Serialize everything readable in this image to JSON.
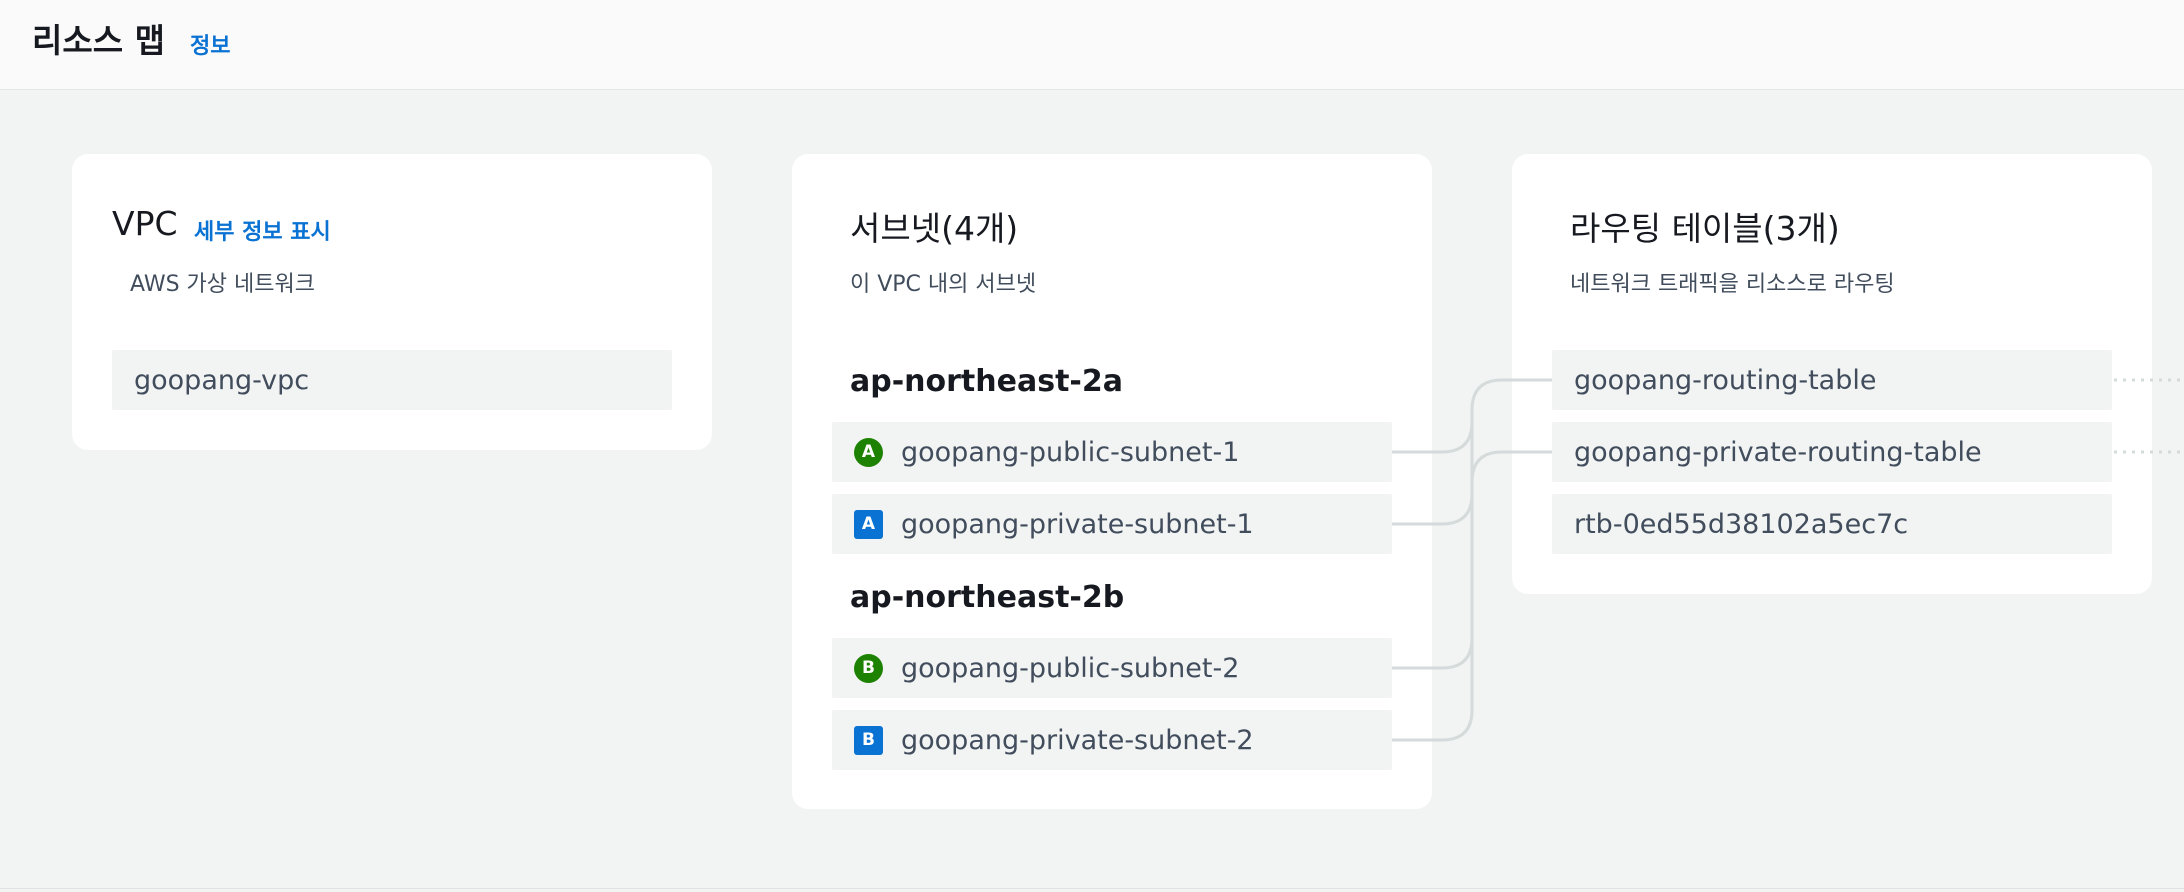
{
  "header": {
    "title": "리소스 맵",
    "info_link": "정보"
  },
  "vpc": {
    "title": "VPC",
    "detail_link": "세부 정보 표시",
    "subtitle": "AWS 가상 네트워크",
    "items": [
      {
        "label": "goopang-vpc"
      }
    ]
  },
  "subnets": {
    "title": "서브넷(4개)",
    "subtitle": "이 VPC 내의 서브넷",
    "zones": [
      {
        "name": "ap-northeast-2a",
        "items": [
          {
            "label": "goopang-public-subnet-1",
            "badge": "A",
            "type": "public"
          },
          {
            "label": "goopang-private-subnet-1",
            "badge": "A",
            "type": "private"
          }
        ]
      },
      {
        "name": "ap-northeast-2b",
        "items": [
          {
            "label": "goopang-public-subnet-2",
            "badge": "B",
            "type": "public"
          },
          {
            "label": "goopang-private-subnet-2",
            "badge": "B",
            "type": "private"
          }
        ]
      }
    ]
  },
  "route_tables": {
    "title": "라우팅 테이블(3개)",
    "subtitle": "네트워크 트래픽을 리소스로 라우팅",
    "items": [
      {
        "label": "goopang-routing-table"
      },
      {
        "label": "goopang-private-routing-table"
      },
      {
        "label": "rtb-0ed55d38102a5ec7c"
      }
    ]
  },
  "colors": {
    "link": "#0972d3",
    "public_badge": "#1d8102",
    "private_badge": "#0972d3",
    "connector": "#d5dbdb"
  }
}
